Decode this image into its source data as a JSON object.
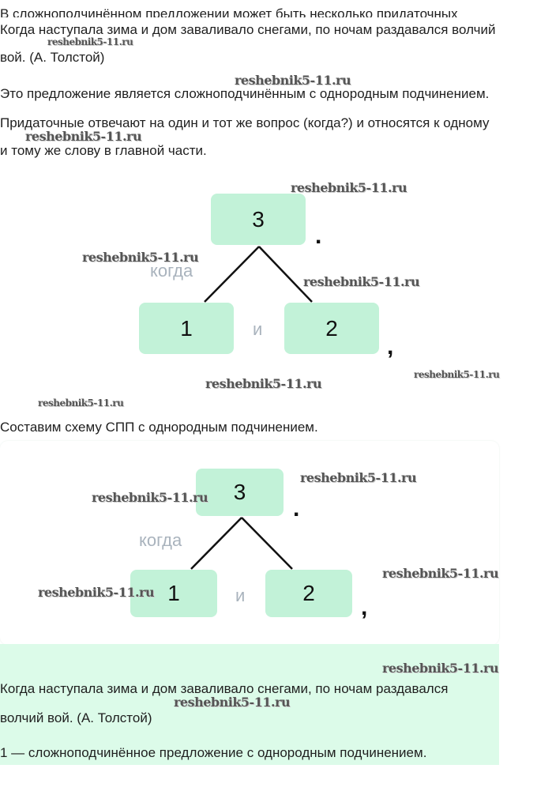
{
  "text": {
    "intro_cut": "В сложноподчинённом предложении может быть несколько придаточных",
    "example_l1": "Когда наступала зима и дом заваливало снегами, по ночам раздавался волчий",
    "example_l2": "вой. (А. Толстой)",
    "statement": "Это предложение является сложноподчинённым с однородным подчинением.",
    "explain_l1": "Придаточные отвечают на один и тот же вопрос (когда?) и относятся к одному",
    "explain_l2": "и тому же слову в главной части.",
    "scheme_intro": "Составим схему СПП с однородным подчинением."
  },
  "diagram": {
    "main": "3",
    "sub1": "1",
    "sub2": "2",
    "conj": "когда",
    "and": "и",
    "dot": ".",
    "comma": ","
  },
  "answer": {
    "l1": "Когда наступала зима и дом заваливало снегами, по ночам раздавался",
    "l2": "волчий вой. (А. Толстой)",
    "l3": "1 — сложноподчинённое предложение с однородным подчинением."
  },
  "watermark": "reshebnik5-11.ru",
  "colors": {
    "box": "#c2f2d8",
    "panel": "#dcfbe9"
  }
}
